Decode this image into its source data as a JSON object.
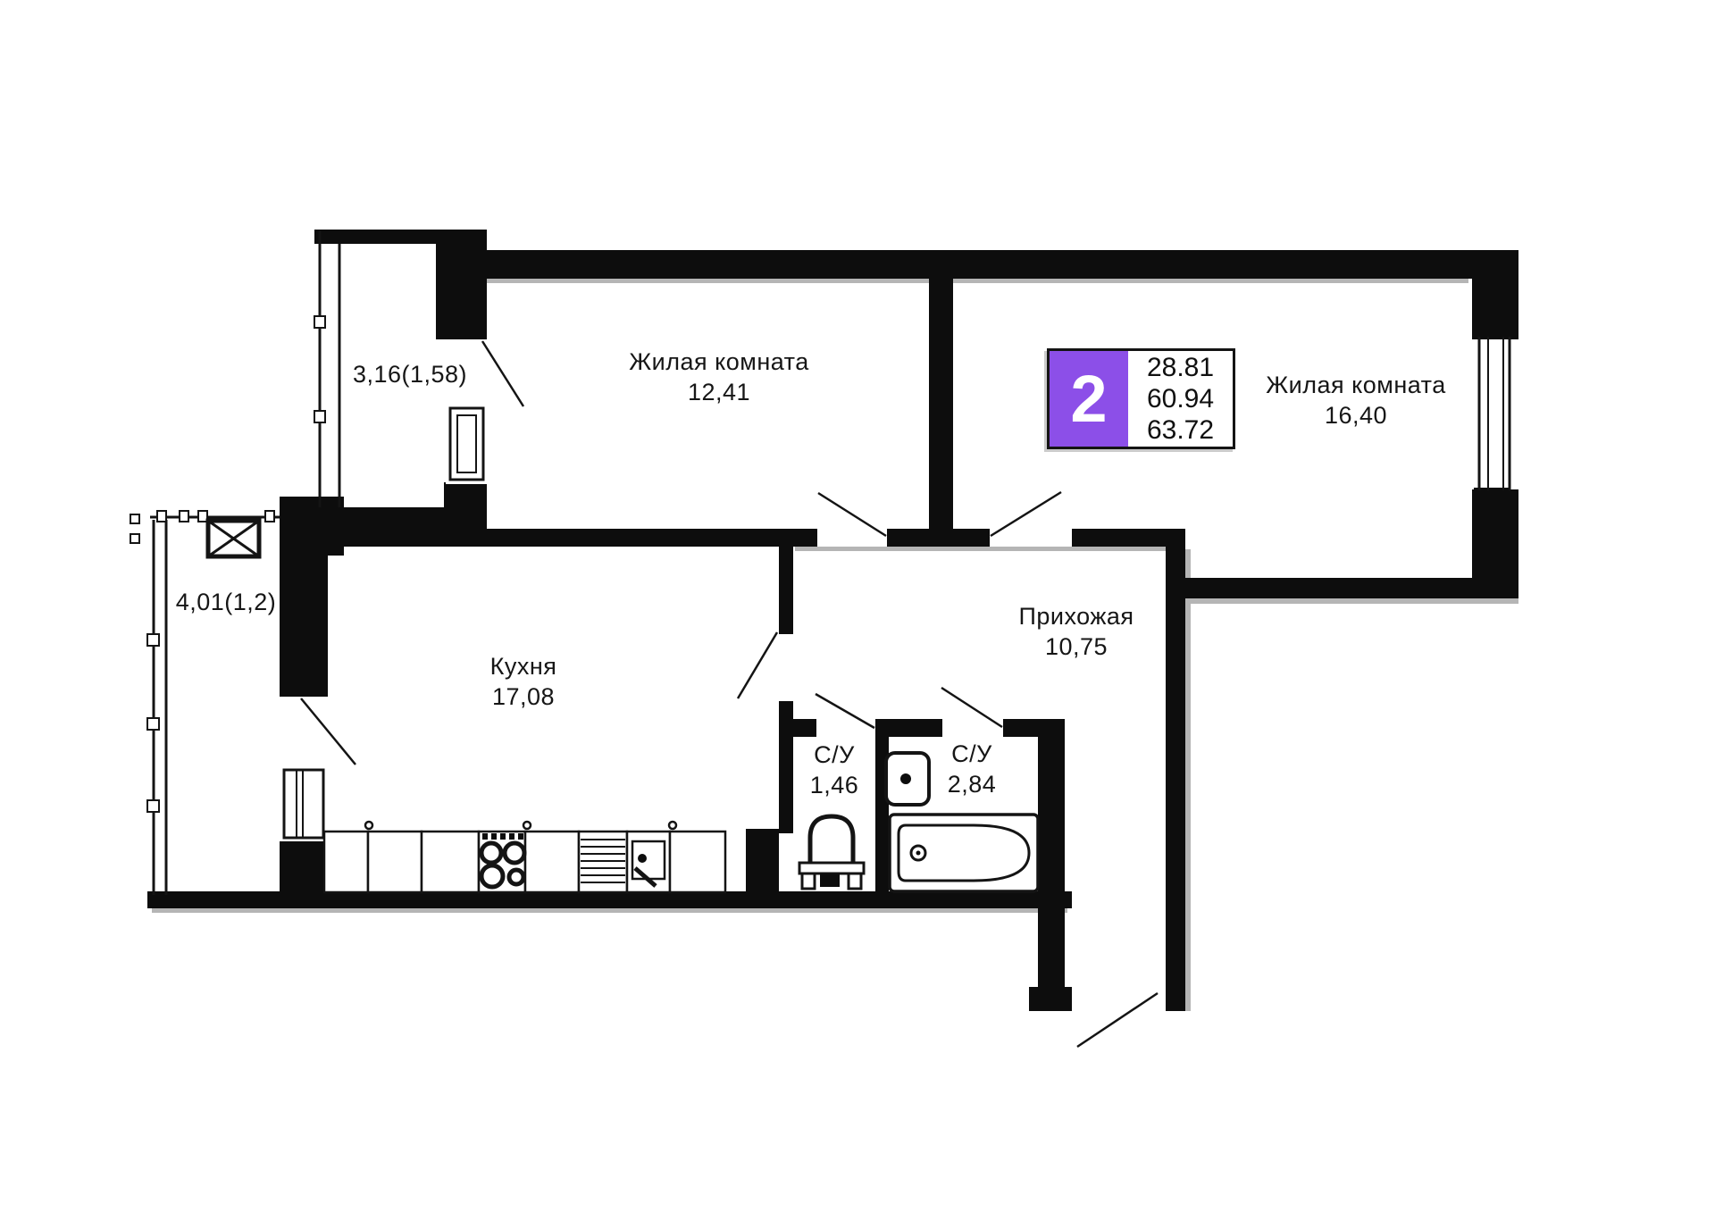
{
  "plan": {
    "badge": {
      "room_count": "2",
      "areas": [
        "28.81",
        "60.94",
        "63.72"
      ],
      "accent_color": "#8C4FE8"
    },
    "rooms": [
      {
        "name": "Жилая комната",
        "area": "12,41"
      },
      {
        "name": "Жилая комната",
        "area": "16,40"
      },
      {
        "name": "Кухня",
        "area": "17,08"
      },
      {
        "name": "Прихожая",
        "area": "10,75"
      },
      {
        "name": "С/У",
        "area": "1,46"
      },
      {
        "name": "С/У",
        "area": "2,84"
      }
    ],
    "balconies": [
      {
        "label": "3,16(1,58)"
      },
      {
        "label": "4,01(1,2)"
      }
    ],
    "fixtures": [
      "stove-icon",
      "dish-rack-icon",
      "kitchen-sink-icon",
      "toilet-icon",
      "washbasin-icon",
      "bathtub-icon",
      "vent-hatch-icon"
    ],
    "wall_color": "#0d0d0d",
    "shadow_color": "#b5b5b5"
  }
}
